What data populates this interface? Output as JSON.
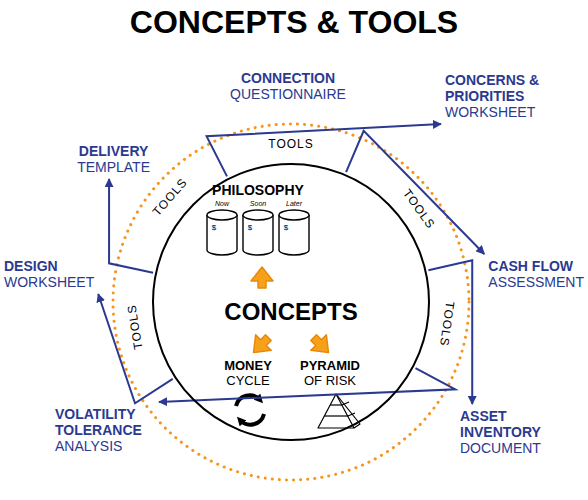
{
  "diagram": {
    "title": "CONCEPTS & TOOLS",
    "nodes": [
      {
        "text": [
          "CONCEPTS"
        ]
      },
      {
        "text": [
          "PHILOSOPHY"
        ],
        "in": 0
      },
      {
        "text": [
          "MONEY",
          "CYCLE"
        ],
        "in": 0
      },
      {
        "text": [
          "PYRAMID",
          "OF RISK"
        ],
        "in": 0
      },
      {
        "text": [
          "CONNECTION",
          "QUESTIONNAIRE"
        ]
      },
      {
        "text": [
          "CONCERNS & PRIORITIES",
          "WORKSHEET"
        ]
      },
      {
        "text": [
          "CASH FLOW",
          "ASSESSMENT"
        ]
      },
      {
        "text": [
          "ASSET INVENTORY",
          "DOCUMENT"
        ]
      },
      {
        "text": [
          "VOLATILITY TOLERANCE",
          "ANALYSIS"
        ]
      },
      {
        "text": [
          "DESIGN",
          "WORKSHEET"
        ]
      },
      {
        "text": [
          "DELIVERY",
          "TEMPLATE"
        ]
      }
    ],
    "edges": [
      {
        "from": 0,
        "to": 5,
        "arrow": "to"
      },
      {
        "from": 0,
        "to": 6,
        "arrow": "to"
      },
      {
        "from": 0,
        "to": 7,
        "arrow": "to"
      },
      {
        "from": 0,
        "to": 8,
        "arrow": "to"
      },
      {
        "from": 0,
        "to": 9,
        "arrow": "to"
      },
      {
        "from": 0,
        "to": 10,
        "arrow": "to"
      }
    ],
    "labels": [
      "TOOLS",
      "TOOLS",
      "TOOLS",
      "TOOLS",
      "TOOLS",
      "Now",
      "Soon",
      "Later",
      "$",
      "$",
      "$"
    ]
  }
}
